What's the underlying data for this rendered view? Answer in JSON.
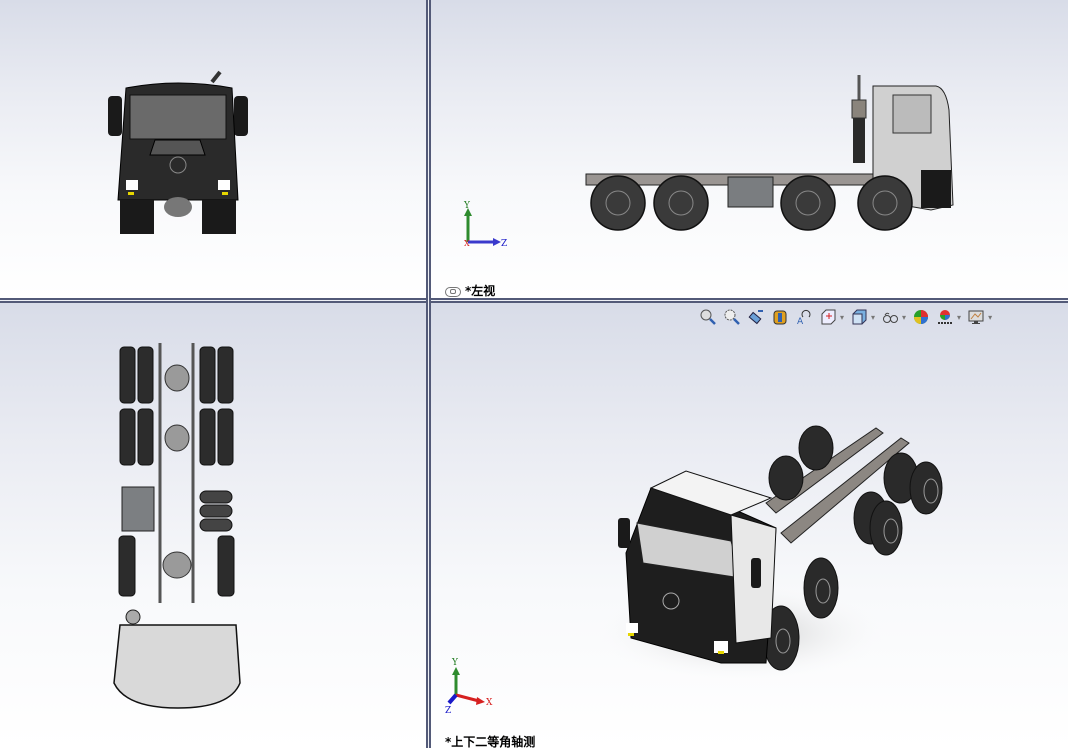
{
  "viewports": {
    "top_left": {
      "view": "front",
      "label": ""
    },
    "top_right": {
      "view": "left",
      "label": "*左视",
      "triad": {
        "axes": [
          "Y",
          "Z",
          "X"
        ]
      }
    },
    "bottom_left": {
      "view": "bottom",
      "label": ""
    },
    "bottom_right": {
      "view": "dimetric",
      "label": "*上下二等角轴测",
      "triad": {
        "axes": [
          "Y",
          "X",
          "Z"
        ]
      }
    }
  },
  "heads_up_toolbar": {
    "items": [
      {
        "icon": "zoom-to-fit-icon"
      },
      {
        "icon": "zoom-to-area-icon"
      },
      {
        "icon": "previous-view-icon"
      },
      {
        "icon": "section-view-icon"
      },
      {
        "icon": "dynamic-annotation-views-icon"
      },
      {
        "icon": "view-orientation-icon",
        "dropdown": true
      },
      {
        "icon": "display-style-icon",
        "dropdown": true
      },
      {
        "icon": "hide-show-items-icon",
        "dropdown": true
      },
      {
        "icon": "edit-appearance-icon"
      },
      {
        "icon": "apply-scene-icon",
        "dropdown": true
      },
      {
        "icon": "view-settings-icon",
        "dropdown": true
      }
    ],
    "dropdown_glyph": "▾"
  },
  "colors": {
    "divider": "#535a78",
    "axis_x": "#d62020",
    "axis_y": "#1e7a1e",
    "axis_z": "#1a1ac8",
    "background_top": "#d8dce8",
    "background_bottom": "#ffffff"
  }
}
